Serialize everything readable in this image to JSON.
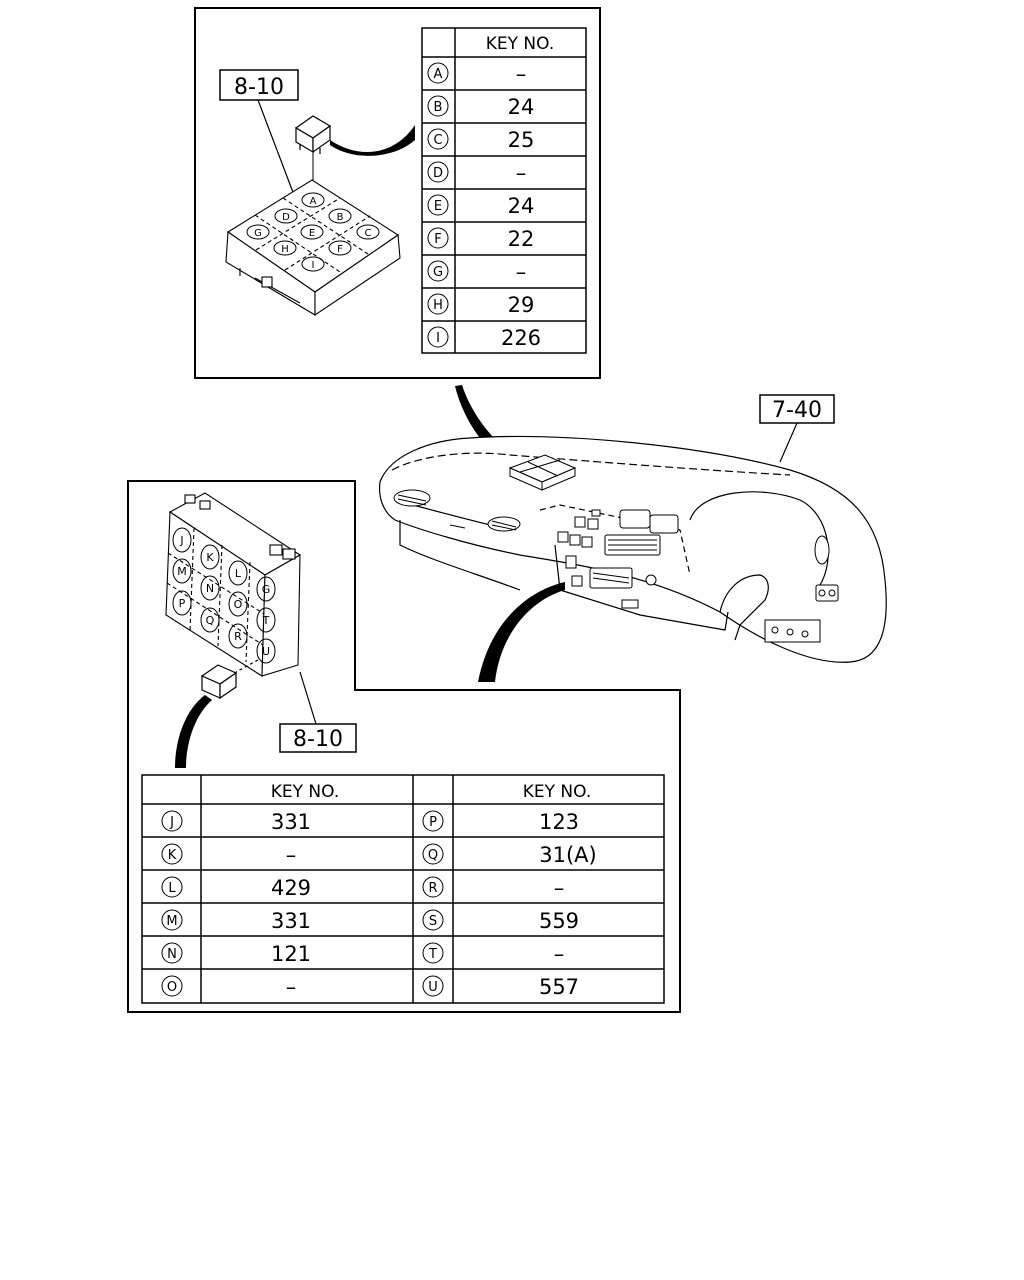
{
  "labels": {
    "top_relay_ref": "8-10",
    "dash_ref": "7-40",
    "bottom_relay_ref": "8-10"
  },
  "top_table": {
    "header": "KEY NO.",
    "rows": [
      {
        "pos": "A",
        "key": "–"
      },
      {
        "pos": "B",
        "key": "24"
      },
      {
        "pos": "C",
        "key": "25"
      },
      {
        "pos": "D",
        "key": "–"
      },
      {
        "pos": "E",
        "key": "24"
      },
      {
        "pos": "F",
        "key": "22"
      },
      {
        "pos": "G",
        "key": "–"
      },
      {
        "pos": "H",
        "key": "29"
      },
      {
        "pos": "I",
        "key": "226"
      }
    ]
  },
  "bottom_table": {
    "header_left": "KEY NO.",
    "header_right": "KEY NO.",
    "rows": [
      {
        "pos_l": "J",
        "key_l": "331",
        "pos_r": "P",
        "key_r": "123"
      },
      {
        "pos_l": "K",
        "key_l": "–",
        "pos_r": "Q",
        "key_r": "31(A)"
      },
      {
        "pos_l": "L",
        "key_l": "429",
        "pos_r": "R",
        "key_r": "–"
      },
      {
        "pos_l": "M",
        "key_l": "331",
        "pos_r": "S",
        "key_r": "559"
      },
      {
        "pos_l": "N",
        "key_l": "121",
        "pos_r": "T",
        "key_r": "–"
      },
      {
        "pos_l": "O",
        "key_l": "–",
        "pos_r": "U",
        "key_r": "557"
      }
    ]
  },
  "top_block_letters": [
    "A",
    "B",
    "C",
    "D",
    "E",
    "F",
    "G",
    "H",
    "I"
  ],
  "bottom_block_letters": [
    "J",
    "K",
    "L",
    "G",
    "M",
    "N",
    "O",
    "T",
    "P",
    "Q",
    "R",
    "U"
  ]
}
